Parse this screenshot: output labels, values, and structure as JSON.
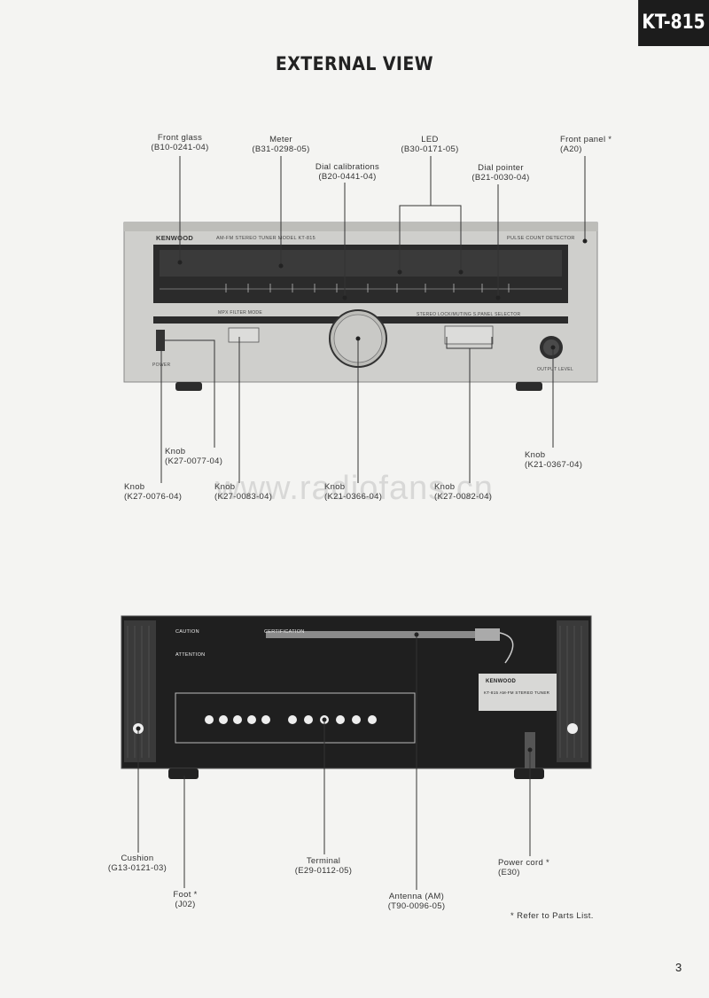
{
  "header": {
    "model": "KT-815",
    "title": "EXTERNAL VIEW"
  },
  "front_view": {
    "brand": "KENWOOD",
    "panel_text": "AM-FM STEREO TUNER  MODEL KT-815",
    "detector_text": "PULSE COUNT DETECTOR",
    "filter_text": "MPX FILTER    MODE",
    "selector_text": "STEREO LOCK/MUTING    S.PANEL    SELECTOR",
    "power_text": "POWER",
    "output_text": "OUTPUT LEVEL",
    "labels": {
      "front_glass": {
        "name": "Front glass",
        "part": "(B10-0241-04)"
      },
      "meter": {
        "name": "Meter",
        "part": "(B31-0298-05)"
      },
      "dial_calibrations": {
        "name": "Dial calibrations",
        "part": "(B20-0441-04)"
      },
      "led": {
        "name": "LED",
        "part": "(B30-0171-05)"
      },
      "dial_pointer": {
        "name": "Dial pointer",
        "part": "(B21-0030-04)"
      },
      "front_panel": {
        "name": "Front panel *",
        "part": "(A20)"
      },
      "knob_k27_0077": {
        "name": "Knob",
        "part": "(K27-0077-04)"
      },
      "knob_k21_0367": {
        "name": "Knob",
        "part": "(K21-0367-04)"
      },
      "knob_k27_0076": {
        "name": "Knob",
        "part": "(K27-0076-04)"
      },
      "knob_k27_0083": {
        "name": "Knob",
        "part": "(K27-0083-04)"
      },
      "knob_k21_0366": {
        "name": "Knob",
        "part": "(K21-0366-04)"
      },
      "knob_k27_0082": {
        "name": "Knob",
        "part": "(K27-0082-04)"
      }
    }
  },
  "rear_view": {
    "brand": "KENWOOD",
    "caution_text": "CAUTION",
    "attention_text": "ATTENTION",
    "certification_text": "CERTIFICATION",
    "model_label": "KT-815  AM-FM STEREO TUNER",
    "labels": {
      "cushion": {
        "name": "Cushion",
        "part": "(G13-0121-03)"
      },
      "terminal": {
        "name": "Terminal",
        "part": "(E29-0112-05)"
      },
      "power_cord": {
        "name": "Power cord *",
        "part": "(E30)"
      },
      "foot": {
        "name": "Foot *",
        "part": "(J02)"
      },
      "antenna": {
        "name": "Antenna (AM)",
        "part": "(T90-0096-05)"
      }
    }
  },
  "watermark": "www.radiofans.cn",
  "footnote": "* Refer to Parts List.",
  "page_number": "3"
}
